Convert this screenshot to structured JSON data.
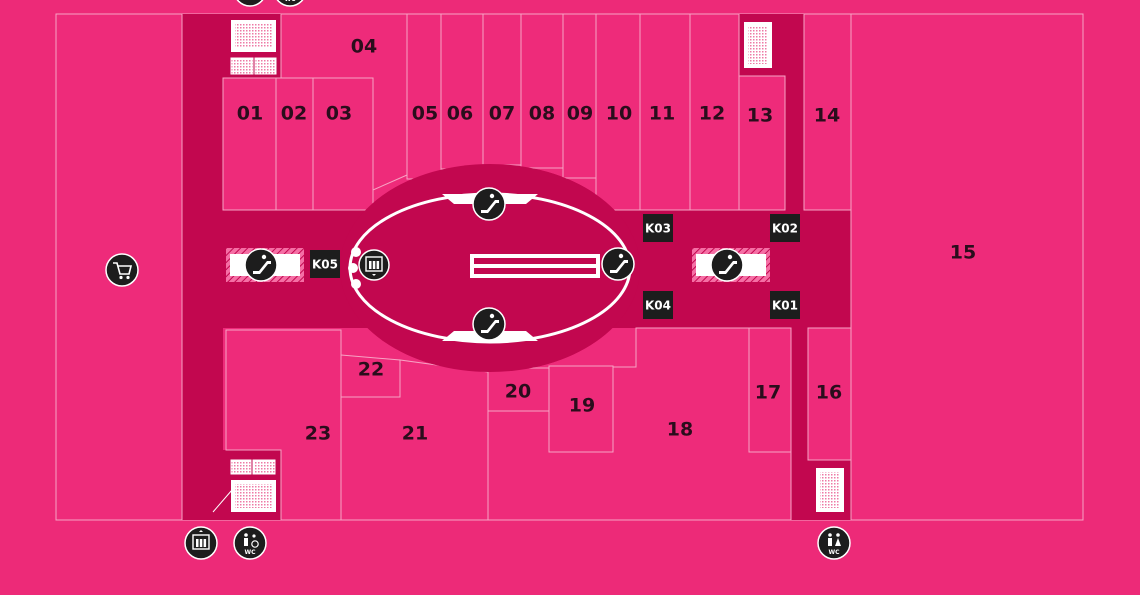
{
  "map": {
    "colors": {
      "background": "#ed2a78",
      "unit_fill": "#ee2b7a",
      "corridor": "#c2074f",
      "unit_border": "#f7a3c4",
      "icon_bg": "#1d1d1d",
      "kiosk_bg": "#1d1d1d"
    },
    "units": {
      "u01": "01",
      "u02": "02",
      "u03": "03",
      "u04": "04",
      "u05": "05",
      "u06": "06",
      "u07": "07",
      "u08": "08",
      "u09": "09",
      "u10": "10",
      "u11": "11",
      "u12": "12",
      "u13": "13",
      "u14": "14",
      "u15": "15",
      "u16": "16",
      "u17": "17",
      "u18": "18",
      "u19": "19",
      "u20": "20",
      "u21": "21",
      "u22": "22",
      "u23": "23"
    },
    "kiosks": {
      "k01": "K01",
      "k02": "K02",
      "k03": "K03",
      "k04": "K04",
      "k05": "K05"
    },
    "icons": {
      "wc_text": "WC",
      "names": [
        "escalator-icon",
        "elevator-icon",
        "shopping-cart-icon",
        "toilets-icon",
        "accessible-toilet-icon"
      ]
    }
  }
}
